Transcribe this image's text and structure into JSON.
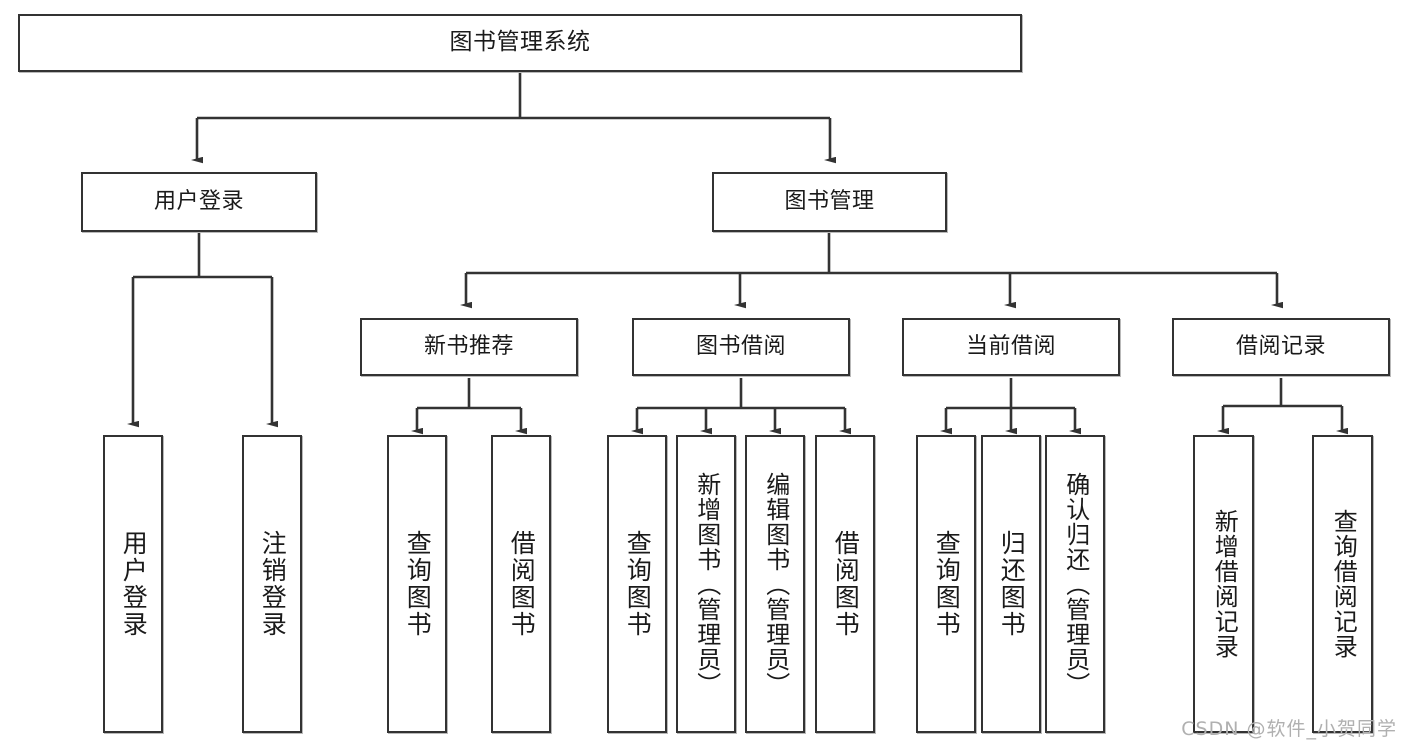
{
  "diagram": {
    "title": "图书管理系统",
    "watermark": "CSDN @软件_小贺同学",
    "stroke_color": "#333333",
    "background_color": "#ffffff",
    "text_color": "#1a1a1a"
  },
  "nodes": {
    "root": {
      "label": "图书管理系统"
    },
    "level1": [
      {
        "label": "用户登录"
      },
      {
        "label": "图书管理"
      }
    ],
    "level2": [
      {
        "label": "新书推荐"
      },
      {
        "label": "图书借阅"
      },
      {
        "label": "当前借阅"
      },
      {
        "label": "借阅记录"
      }
    ],
    "leaves": {
      "user_login": [
        {
          "label": "用户登录"
        },
        {
          "label": "注销登录"
        }
      ],
      "new_book_recommend": [
        {
          "label": "查询图书"
        },
        {
          "label": "借阅图书"
        }
      ],
      "book_borrow": [
        {
          "label": "查询图书"
        },
        {
          "label": "新增图书（管理员）"
        },
        {
          "label": "编辑图书（管理员）"
        },
        {
          "label": "借阅图书"
        }
      ],
      "current_borrow": [
        {
          "label": "查询图书"
        },
        {
          "label": "归还图书"
        },
        {
          "label": "确认归还（管理员）"
        }
      ],
      "borrow_record": [
        {
          "label": "新增借阅记录"
        },
        {
          "label": "查询借阅记录"
        }
      ]
    }
  }
}
